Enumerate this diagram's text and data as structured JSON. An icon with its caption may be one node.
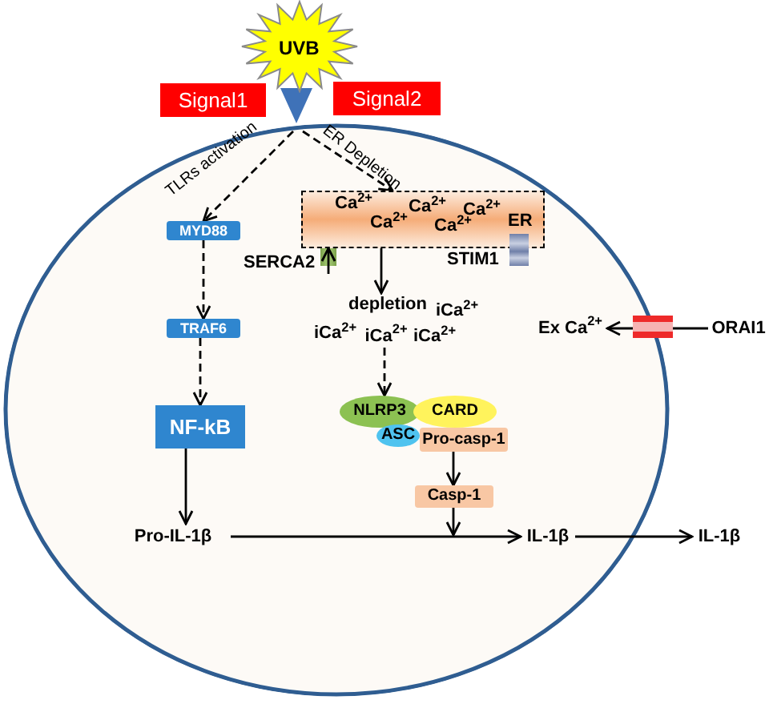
{
  "diagram": {
    "nodes": [
      {
        "text": [
          "UVB"
        ]
      },
      {
        "text": [
          "Signal1"
        ]
      },
      {
        "text": [
          "Signal2"
        ]
      },
      {
        "text": [],
        "shape": "circle"
      },
      {
        "text": [
          "MYD88"
        ],
        "in": 3
      },
      {
        "text": [
          "TRAF6"
        ],
        "in": 3
      },
      {
        "text": [
          "NF-kB"
        ],
        "in": 3
      },
      {
        "text": [
          "Ca$^{2+}$",
          "Ca$^{2+}$",
          "Ca$^{2+}$",
          "Ca$^{2+}$",
          "Ca$^{2+}$",
          "ER"
        ],
        "in": 3
      },
      {
        "text": [
          "SERCA2"
        ],
        "in": 3
      },
      {
        "text": [
          "depletion"
        ],
        "in": 3
      },
      {
        "text": [
          "iCa$^{2+}$"
        ],
        "in": 3
      },
      {
        "text": [
          "NLRP3"
        ],
        "in": 3
      },
      {
        "text": [
          "CARD"
        ],
        "in": 3
      },
      {
        "text": [
          "ASC"
        ],
        "in": 3
      },
      {
        "text": [
          "Pro-casp-1"
        ],
        "in": 3
      },
      {
        "text": [
          "Casp-1"
        ],
        "in": 3
      },
      {
        "text": [
          "Pro-IL-1β"
        ],
        "in": 3
      },
      {
        "text": [
          "IL-1β"
        ],
        "in": 3
      },
      {
        "text": [
          "Ex Ca$^{2+}$"
        ],
        "in": 3
      },
      {
        "text": [
          "ORAI1"
        ]
      },
      {
        "text": [
          "IL-1β"
        ]
      }
    ],
    "edges": [
      {
        "from": 0,
        "to": 3,
        "arrow": "to",
        "style": "thick",
        "color": "#3f72b8"
      },
      {
        "from": null,
        "to": 4,
        "arrow": "to",
        "label": "TLRs activation",
        "style": "dashed"
      },
      {
        "from": null,
        "to": 7,
        "arrow": "to",
        "label": "ER Depletion",
        "style": "dashed"
      },
      {
        "from": 4,
        "to": 5,
        "arrow": "to",
        "style": "dashed"
      },
      {
        "from": 5,
        "to": 6,
        "arrow": "to",
        "style": "dashed"
      },
      {
        "from": 6,
        "to": 16,
        "arrow": "to"
      },
      {
        "from": 8,
        "to": 7,
        "arrow": "to"
      },
      {
        "from": 7,
        "to": 9,
        "arrow": "to"
      },
      {
        "from": 10,
        "to": 11,
        "arrow": "to",
        "style": "dashed"
      },
      {
        "from": 14,
        "to": 15,
        "arrow": "to"
      },
      {
        "from": 15,
        "to": null,
        "arrow": "to"
      },
      {
        "from": 16,
        "to": 17,
        "arrow": "to"
      },
      {
        "from": 17,
        "to": 20,
        "arrow": "to"
      },
      {
        "from": 19,
        "to": 18,
        "arrow": "to"
      }
    ],
    "labels": [
      "STIM1",
      "iCa$^{2+}$",
      "iCa$^{2+}$",
      "iCa$^{2+}$"
    ]
  }
}
